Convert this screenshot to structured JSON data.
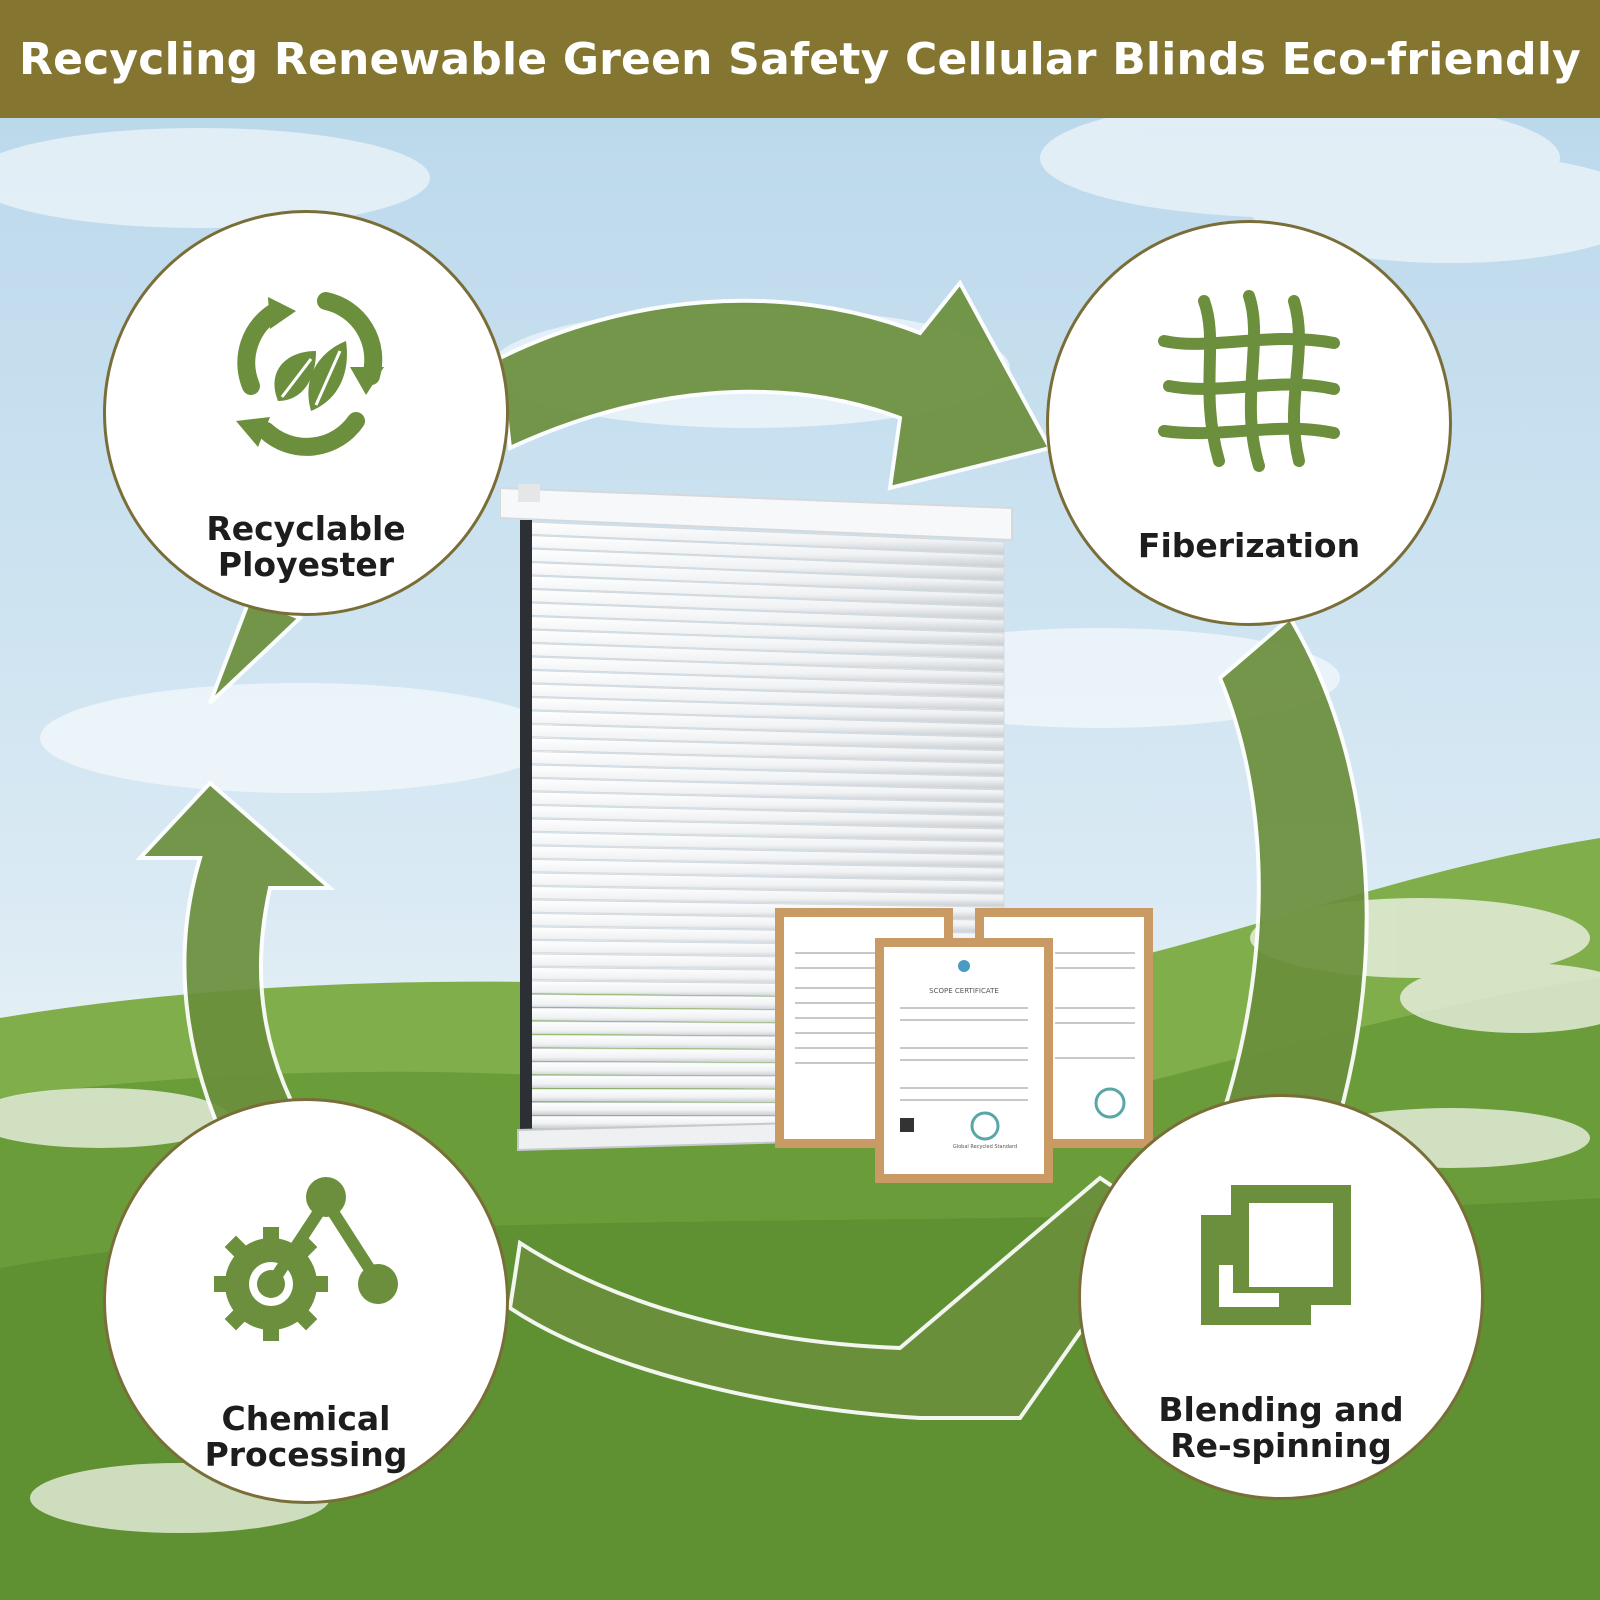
{
  "header": {
    "title": "Recycling Renewable Green Safety Cellular Blinds Eco-friendly"
  },
  "steps": [
    {
      "label_line1": "Recyclable",
      "label_line2": "Ployester",
      "icon": "recycle-leaves-icon"
    },
    {
      "label_line1": "Fiberization",
      "label_line2": "",
      "icon": "fiber-mesh-icon"
    },
    {
      "label_line1": "Blending and",
      "label_line2": "Re-spinning",
      "icon": "layered-squares-icon"
    },
    {
      "label_line1": "Chemical",
      "label_line2": "Processing",
      "icon": "gear-molecule-icon"
    }
  ],
  "certificate": {
    "title": "SCOPE CERTIFICATE",
    "badge": "Global Recycled Standard"
  },
  "colors": {
    "header_bg": "#847630",
    "accent_green": "#6b8f3c",
    "circle_border": "#7a6e38",
    "label_text": "#1d1d1d"
  }
}
